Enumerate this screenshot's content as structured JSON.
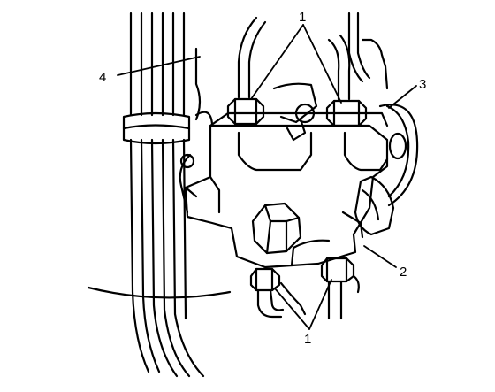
{
  "callouts": {
    "top_label": "1",
    "bottom_label": "1",
    "label_2": "2",
    "label_3": "3",
    "label_4": "4"
  },
  "colors": {
    "ink": "#000000",
    "paper": "#ffffff"
  }
}
